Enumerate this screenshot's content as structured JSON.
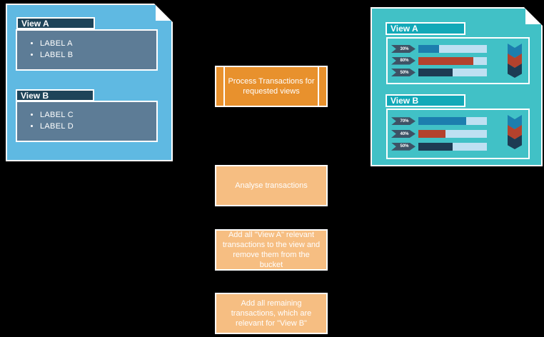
{
  "colors": {
    "background": "#000000",
    "bucket_document": "#5FB9E2",
    "bucket_header": "#1E4459",
    "bucket_listbox": "#5D7C96",
    "step_process": "#E8912D",
    "step_light": "#F6BE82",
    "result_document": "#41C1C6",
    "result_header": "#12A9B8",
    "tag": "#3D5265",
    "bar_track": "#BEE0F2",
    "bar_blue": "#1C7EAE",
    "bar_red": "#B4422D",
    "bar_navy": "#1D3B53",
    "border": "#FFFFFF"
  },
  "bucket_doc": {
    "sections": [
      {
        "title": "View A",
        "items": [
          "LABEL A",
          "LABEL B"
        ]
      },
      {
        "title": "View B",
        "items": [
          "LABEL C",
          "LABEL D"
        ]
      }
    ]
  },
  "flow": {
    "steps": [
      {
        "label": "Process Transactions for requested views"
      },
      {
        "label": "Analyse transactions"
      },
      {
        "label": "Add all \"View A\" relevant transactions to the view and remove them from the bucket"
      },
      {
        "label": "Add all remaining transactions, which are relevant for \"View B\""
      }
    ]
  },
  "result_doc": {
    "sections": [
      {
        "title": "View A",
        "bars": [
          {
            "label": "30%",
            "value": 30,
            "color": "#1C7EAE"
          },
          {
            "label": "80%",
            "value": 80,
            "color": "#B4422D"
          },
          {
            "label": "50%",
            "value": 50,
            "color": "#1D3B53"
          }
        ],
        "chevrons": [
          "#1C7EAE",
          "#B4422D",
          "#1D3B53"
        ]
      },
      {
        "title": "View B",
        "bars": [
          {
            "label": "70%",
            "value": 70,
            "color": "#1C7EAE"
          },
          {
            "label": "40%",
            "value": 40,
            "color": "#B4422D"
          },
          {
            "label": "50%",
            "value": 50,
            "color": "#1D3B53"
          }
        ],
        "chevrons": [
          "#1C7EAE",
          "#B4422D",
          "#1D3B53"
        ]
      }
    ]
  }
}
